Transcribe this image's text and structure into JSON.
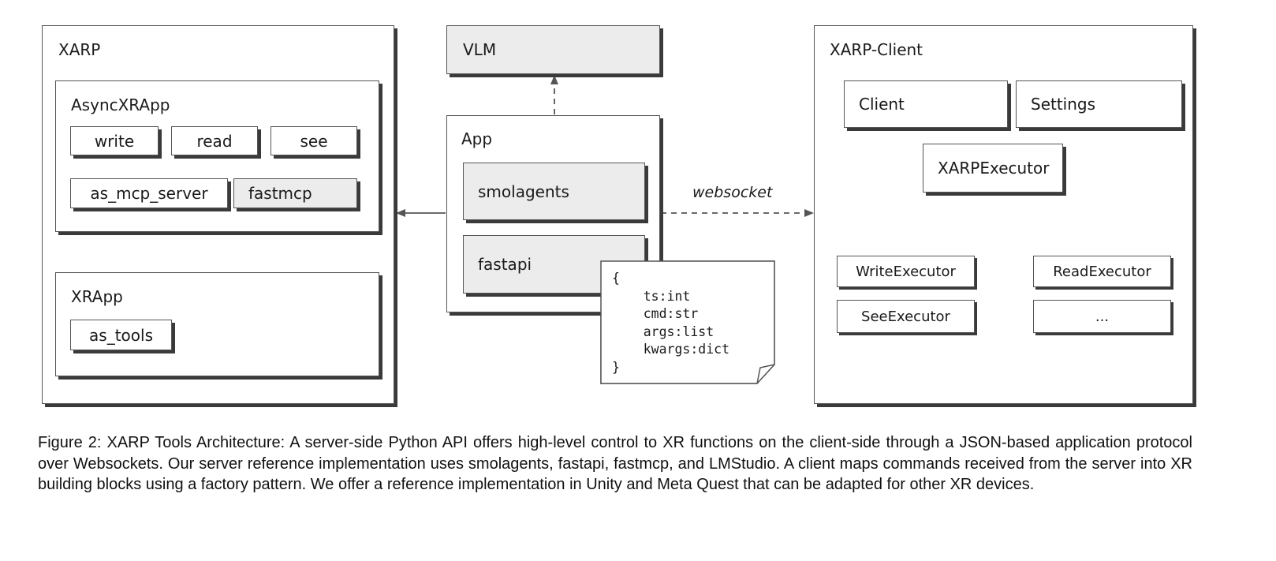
{
  "xarp": {
    "title": "XARP",
    "async_app": {
      "title": "AsyncXRApp",
      "methods": [
        "write",
        "read",
        "see"
      ],
      "mcp_server": "as_mcp_server",
      "mcp_lib": "fastmcp"
    },
    "xr_app": {
      "title": "XRApp",
      "tools": "as_tools"
    }
  },
  "vlm": {
    "title": "VLM"
  },
  "app": {
    "title": "App",
    "agents_lib": "smolagents",
    "server_lib": "fastapi"
  },
  "message": {
    "code": "{\n    ts:int\n    cmd:str\n    args:list\n    kwargs:dict\n}"
  },
  "connection": {
    "label": "websocket"
  },
  "client": {
    "title": "XARP-Client",
    "client_label": "Client",
    "settings_label": "Settings",
    "executor": "XARPExecutor",
    "executors": [
      "WriteExecutor",
      "ReadExecutor",
      "SeeExecutor",
      "..."
    ]
  },
  "caption": "Figure 2: XARP Tools Architecture: A server-side Python API offers high-level control to XR functions on the client-side through a JSON-based application protocol over Websockets. Our server reference implementation uses smolagents, fastapi, fastmcp, and LMStudio. A client maps commands received from the server into XR building blocks using a factory pattern. We offer a reference implementation in Unity and Meta Quest that can be adapted for other XR devices.",
  "colors": {
    "border": "#555555",
    "shadow": "#3a3a3a",
    "gray_fill": "#ececec",
    "arrow": "#555555"
  }
}
